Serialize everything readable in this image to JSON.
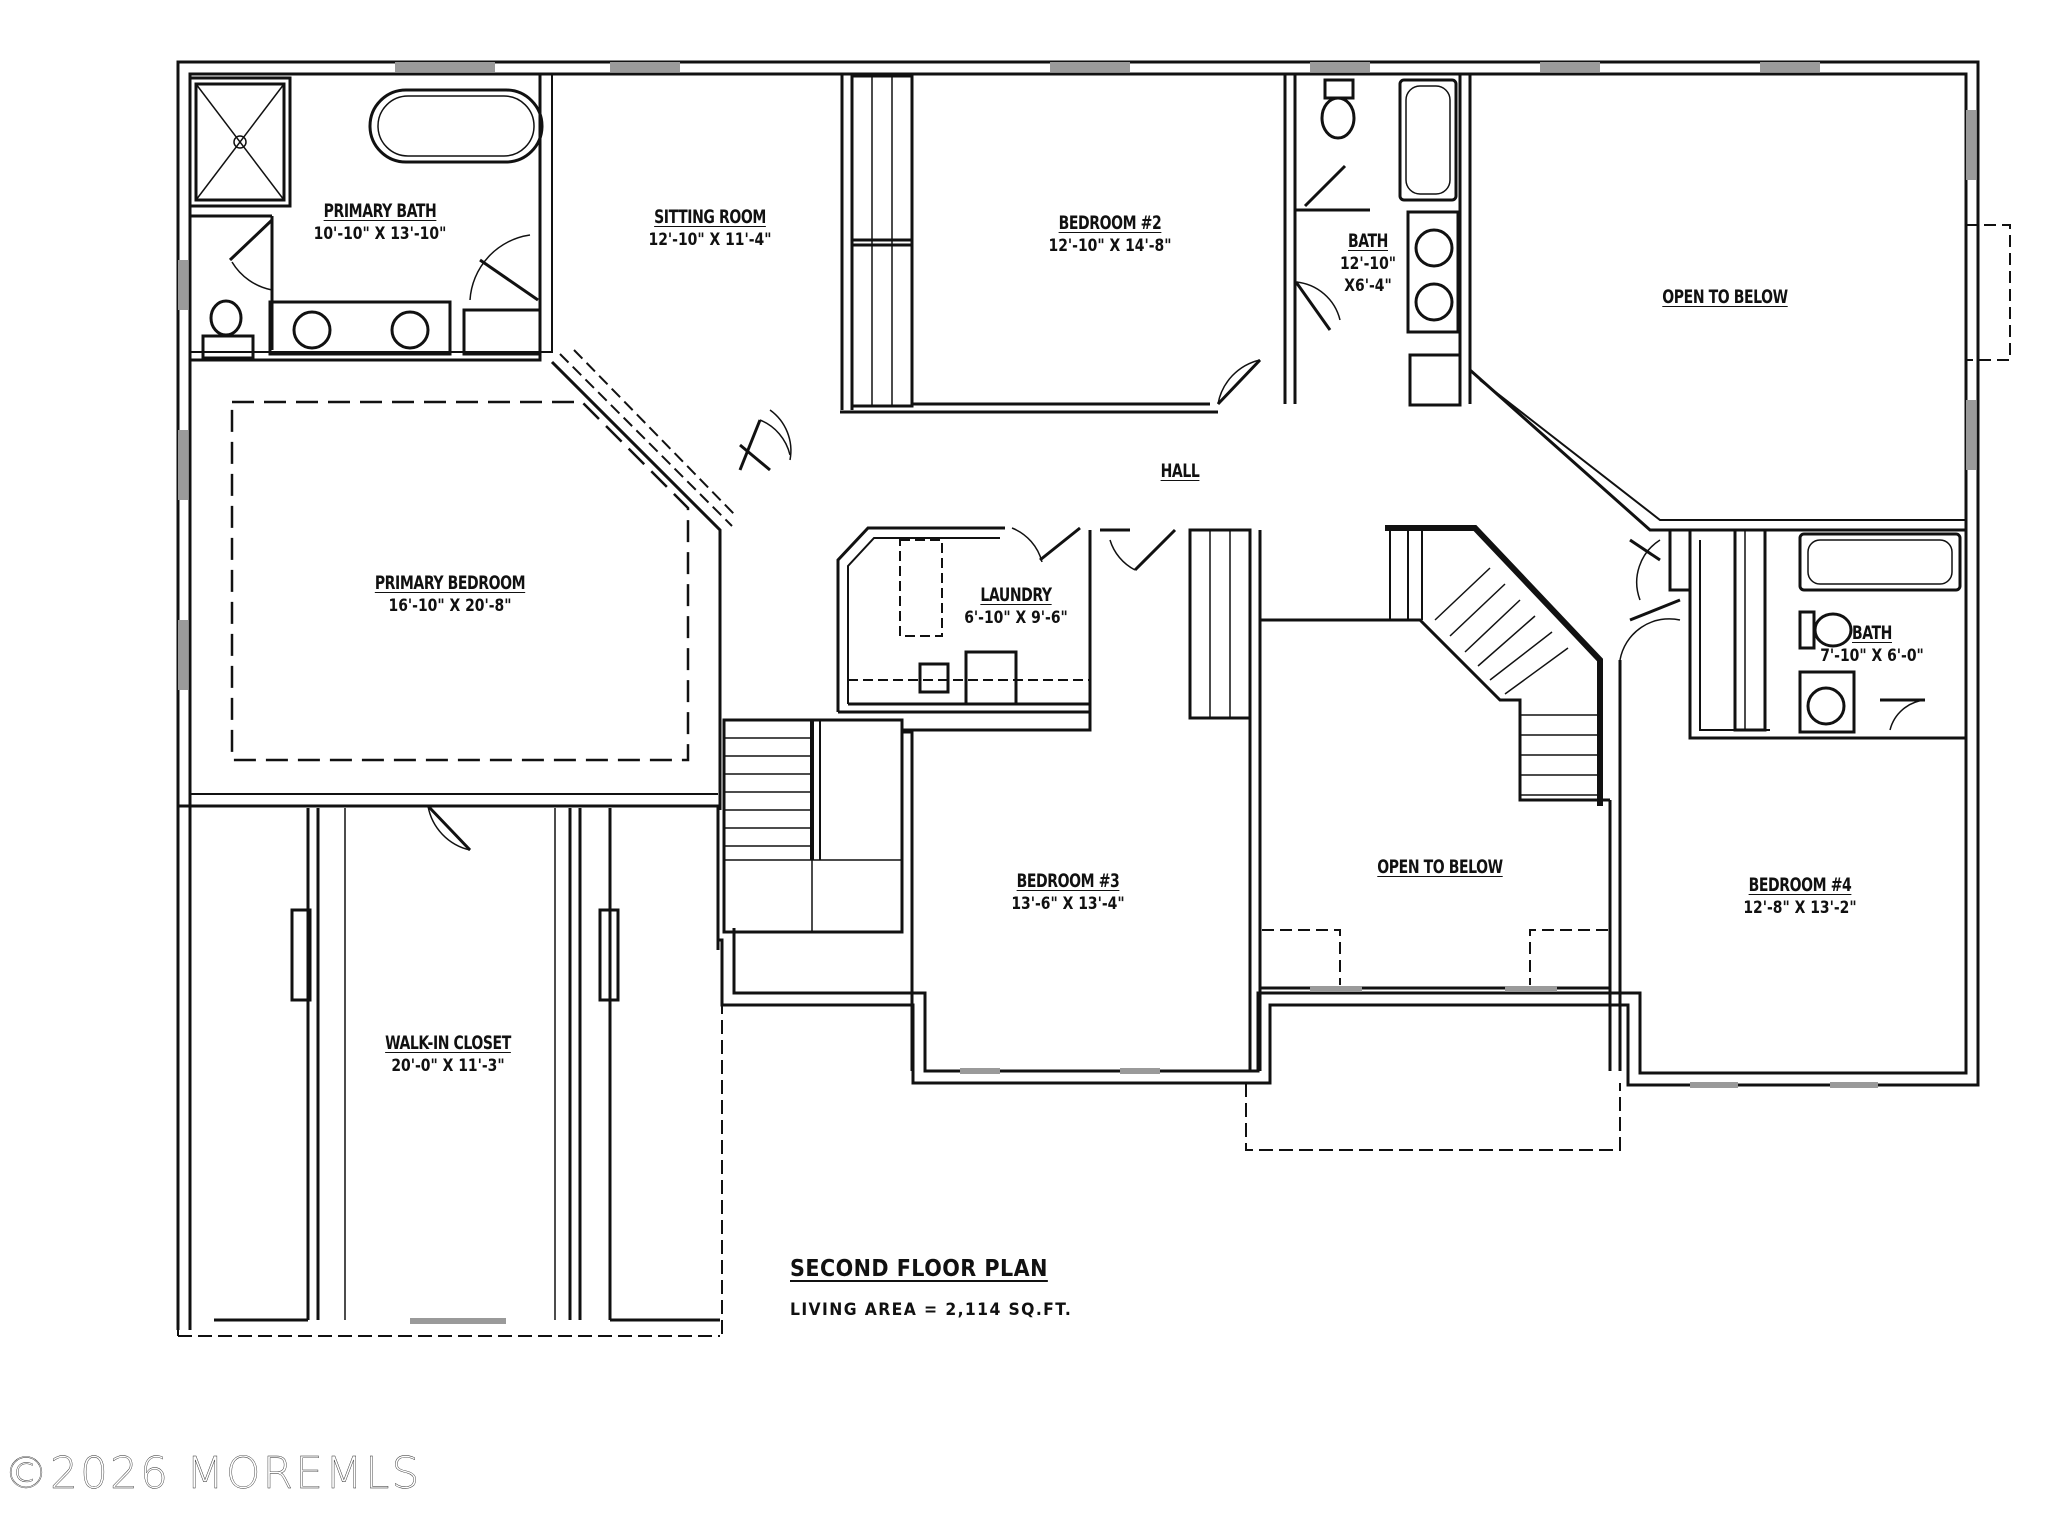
{
  "plan": {
    "title": "SECOND FLOOR PLAN",
    "living_area": "LIVING AREA = 2,114 SQ.FT."
  },
  "rooms": {
    "primary_bath": {
      "name": "PRIMARY BATH",
      "dims": "10'-10\" X 13'-10\""
    },
    "sitting_room": {
      "name": "SITTING ROOM",
      "dims": "12'-10\" X 11'-4\""
    },
    "bedroom_2": {
      "name": "BEDROOM #2",
      "dims": "12'-10\" X 14'-8\""
    },
    "bath_2": {
      "name": "BATH",
      "dims_line1": "12'-10\"",
      "dims_line2": "X6'-4\""
    },
    "open_to_below_1": {
      "name": "OPEN TO BELOW"
    },
    "hall": {
      "name": "HALL"
    },
    "primary_bedroom": {
      "name": "PRIMARY BEDROOM",
      "dims": "16'-10\" X 20'-8\""
    },
    "laundry": {
      "name": "LAUNDRY",
      "dims": "6'-10\" X 9'-6\""
    },
    "bath_3": {
      "name": "BATH",
      "dims": "7'-10\" X 6'-0\""
    },
    "bedroom_3": {
      "name": "BEDROOM #3",
      "dims": "13'-6\" X 13'-4\""
    },
    "open_to_below_2": {
      "name": "OPEN TO BELOW"
    },
    "bedroom_4": {
      "name": "BEDROOM #4",
      "dims": "12'-8\" X 13'-2\""
    },
    "walk_in_closet": {
      "name": "WALK-IN CLOSET",
      "dims": "20'-0\" X 11'-3\""
    }
  },
  "watermark": "©2026 MOREMLS",
  "colors": {
    "line": "#111111",
    "window": "#9a9a9a",
    "background": "#ffffff"
  }
}
